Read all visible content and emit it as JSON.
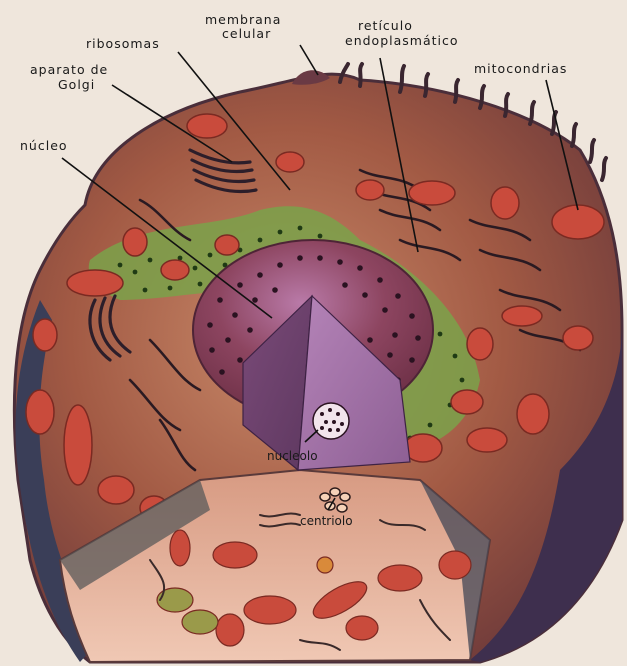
{
  "labels": {
    "membrana_line1": "membrana",
    "membrana_line2": "celular",
    "reticulo_line1": "retículo",
    "reticulo_line2": "endoplasmático",
    "ribosomas": "ribosomas",
    "golgi_line1": "aparato de",
    "golgi_line2": "Golgi",
    "mitocondrias": "mitocondrias",
    "nucleo": "núcleo",
    "nucleolo": "nucleolo",
    "centriolo": "centriolo"
  },
  "colors": {
    "background": "#efe6dc",
    "cytoplasm": "#9a4e3a",
    "membrane_edge": "#5a3a4a",
    "cut_face": "#e8b7a0",
    "nucleus": "#8a3d52",
    "nucleus_cut": "#a06a9a",
    "endoplasmic_green": "#6f9a3a",
    "mitochondria": "#c94b3c"
  }
}
